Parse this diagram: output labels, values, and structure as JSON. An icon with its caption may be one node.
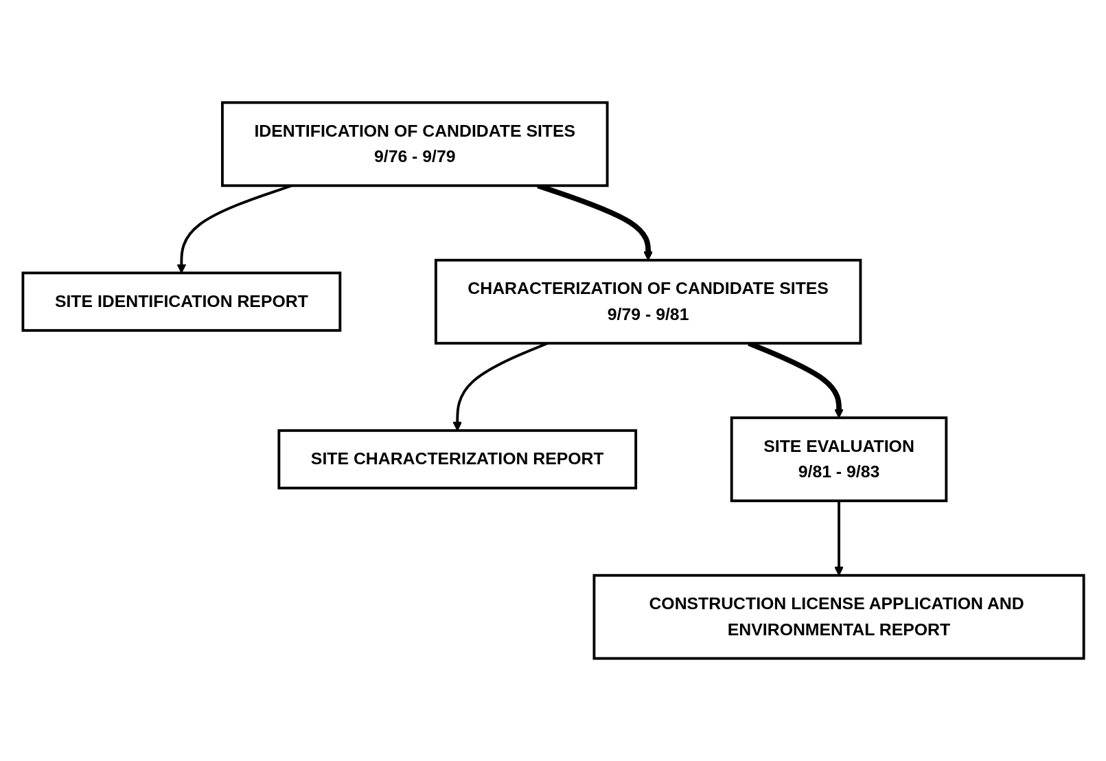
{
  "diagram": {
    "nodes": [
      {
        "text": [
          "IDENTIFICATION OF CANDIDATE SITES",
          "9/76 - 9/79"
        ]
      },
      {
        "text": [
          "SITE IDENTIFICATION REPORT"
        ]
      },
      {
        "text": [
          "CHARACTERIZATION OF CANDIDATE SITES",
          "9/79 - 9/81"
        ]
      },
      {
        "text": [
          "SITE CHARACTERIZATION REPORT"
        ]
      },
      {
        "text": [
          "SITE EVALUATION",
          "9/81 - 9/83"
        ]
      },
      {
        "text": [
          "CONSTRUCTION LICENSE APPLICATION AND ENVIRONMENTAL REPORT"
        ]
      }
    ],
    "edges": [
      {
        "from": 0,
        "to": 2,
        "arrow": "to",
        "style": "thick"
      },
      {
        "from": 0,
        "to": 1,
        "arrow": "to"
      },
      {
        "from": 2,
        "to": 4,
        "arrow": "to",
        "style": "thick"
      },
      {
        "from": 2,
        "to": 3,
        "arrow": "to"
      },
      {
        "from": 4,
        "to": 5,
        "arrow": "to"
      }
    ]
  }
}
